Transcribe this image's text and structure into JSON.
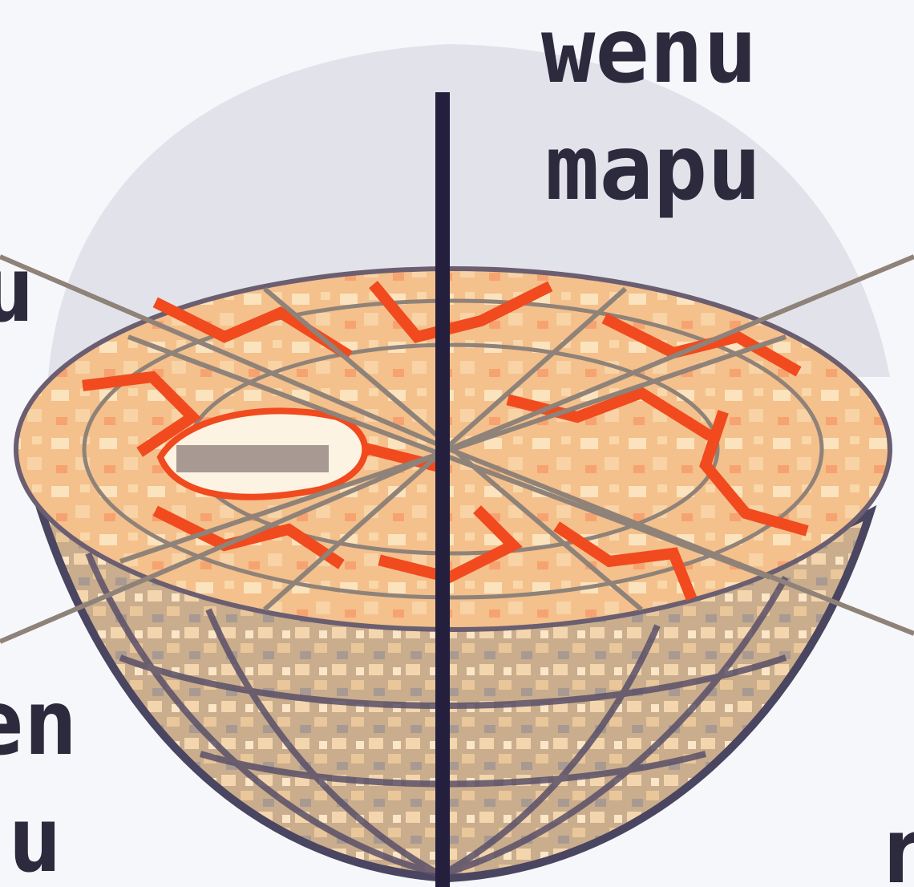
{
  "labels": {
    "upper_line1": "wenu",
    "upper_line2": "mapu",
    "left_top_fragment": "u",
    "left_bottom_line1": "en",
    "left_bottom_line2": "u",
    "right_bottom_fragment": "r"
  },
  "colors": {
    "background": "#f6f7fb",
    "upper_dome": "#e2e3ea",
    "disc_base": "#f4c08c",
    "disc_light": "#fbe3bd",
    "veins": "#f04a1e",
    "underworld": "#c9ad8c",
    "underworld_light": "#f3d6ae",
    "axis": "#231f3d",
    "spokes": "#8f8278",
    "text": "#2d2a3e"
  }
}
